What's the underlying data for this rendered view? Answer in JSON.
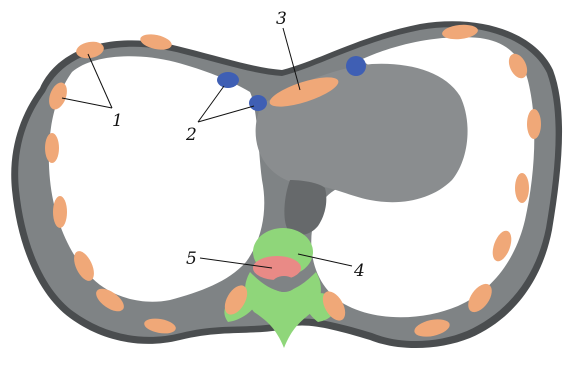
{
  "labels": {
    "one": "1",
    "two": "2",
    "three": "3",
    "four": "4",
    "five": "5"
  },
  "colors": {
    "background": "#ffffff",
    "soft_tissue": "#7f8385",
    "body_outline": "#4a4d4f",
    "lung": "#ffffff",
    "heart": "#8a8d8f",
    "costal_cartilage": "#f0a878",
    "internal_mammary_vessels": "#3f5fb4",
    "vertebra": "#8fd67a",
    "esophagus_red": "#e98a86",
    "label_ink": "#111111"
  }
}
